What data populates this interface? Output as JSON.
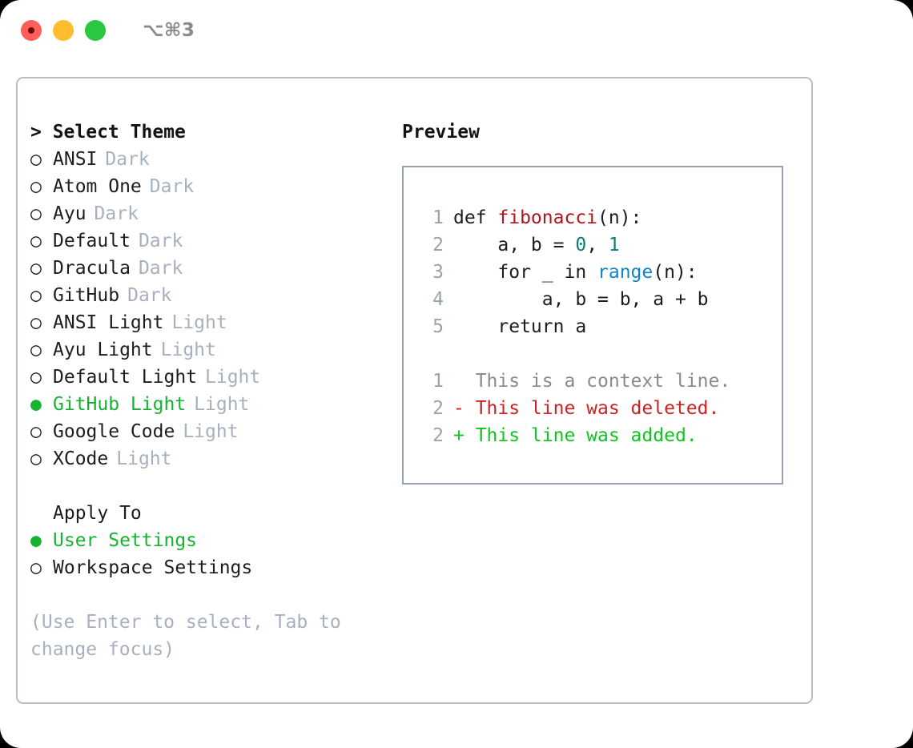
{
  "titlebar": {
    "shortcut": "⌥⌘3",
    "lights": [
      {
        "name": "close",
        "color": "#ff5f57"
      },
      {
        "name": "minimize",
        "color": "#ffbd2e"
      },
      {
        "name": "maximize",
        "color": "#28c840"
      }
    ]
  },
  "theme_picker": {
    "title": "> Select Theme",
    "selected_bullet": "●",
    "unselected_bullet": "○",
    "items": [
      {
        "bullet": "○",
        "name": "ANSI",
        "tag": "Dark",
        "selected": false
      },
      {
        "bullet": "○",
        "name": "Atom One",
        "tag": "Dark",
        "selected": false
      },
      {
        "bullet": "○",
        "name": "Ayu",
        "tag": "Dark",
        "selected": false
      },
      {
        "bullet": "○",
        "name": "Default",
        "tag": "Dark",
        "selected": false
      },
      {
        "bullet": "○",
        "name": "Dracula",
        "tag": "Dark",
        "selected": false
      },
      {
        "bullet": "○",
        "name": "GitHub",
        "tag": "Dark",
        "selected": false
      },
      {
        "bullet": "○",
        "name": "ANSI Light",
        "tag": "Light",
        "selected": false
      },
      {
        "bullet": "○",
        "name": "Ayu Light",
        "tag": "Light",
        "selected": false
      },
      {
        "bullet": "○",
        "name": "Default Light",
        "tag": "Light",
        "selected": false
      },
      {
        "bullet": "●",
        "name": "GitHub Light",
        "tag": "Light",
        "selected": true
      },
      {
        "bullet": "○",
        "name": "Google Code",
        "tag": "Light",
        "selected": false
      },
      {
        "bullet": "○",
        "name": "XCode",
        "tag": "Light",
        "selected": false
      }
    ]
  },
  "apply_to": {
    "heading": "Apply To",
    "items": [
      {
        "bullet": "●",
        "label": "User Settings",
        "selected": true
      },
      {
        "bullet": "○",
        "label": "Workspace Settings",
        "selected": false
      }
    ]
  },
  "hint": "(Use Enter to select, Tab to change focus)",
  "preview": {
    "title": "Preview",
    "code_lines": [
      {
        "lineno": "1",
        "segments": [
          {
            "text": "def ",
            "type": "plain"
          },
          {
            "text": "fibonacci",
            "type": "fn"
          },
          {
            "text": "(n):",
            "type": "plain"
          }
        ]
      },
      {
        "lineno": "2",
        "segments": [
          {
            "text": "    a, b = ",
            "type": "plain"
          },
          {
            "text": "0",
            "type": "num"
          },
          {
            "text": ", ",
            "type": "plain"
          },
          {
            "text": "1",
            "type": "num"
          }
        ]
      },
      {
        "lineno": "3",
        "segments": [
          {
            "text": "    for _ in ",
            "type": "plain"
          },
          {
            "text": "range",
            "type": "call"
          },
          {
            "text": "(n):",
            "type": "plain"
          }
        ]
      },
      {
        "lineno": "4",
        "segments": [
          {
            "text": "        a, b = b, a + b",
            "type": "plain"
          }
        ]
      },
      {
        "lineno": "5",
        "segments": [
          {
            "text": "    return a",
            "type": "plain"
          }
        ]
      }
    ],
    "diff_lines": [
      {
        "lineno": "1",
        "marker": " ",
        "text": "  This is a context line.",
        "kind": "context"
      },
      {
        "lineno": "2",
        "marker": "-",
        "text": "- This line was deleted.",
        "kind": "deleted"
      },
      {
        "lineno": "2",
        "marker": "+",
        "text": "+ This line was added.",
        "kind": "added"
      }
    ]
  },
  "colors": {
    "accent_green": "#15b330",
    "diff_add": "#11c322",
    "diff_del": "#cc2222",
    "keyword_fn": "#b0151c",
    "number": "#0a7d77",
    "call": "#1184c4",
    "muted": "#a8b0bd",
    "border": "#b6bdc9",
    "preview_border": "#97a3b4"
  }
}
